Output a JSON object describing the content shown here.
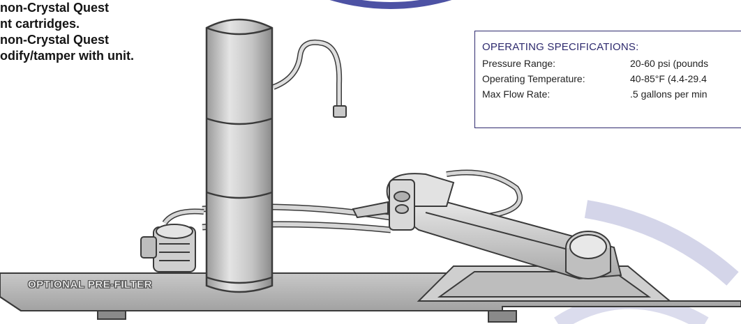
{
  "warnings": [
    "non-Crystal Quest",
    "nt cartridges.",
    "non-Crystal Quest",
    "odify/tamper with unit."
  ],
  "specs": {
    "title": "OPERATING SPECIFICATIONS:",
    "rows": [
      {
        "label": "Pressure Range:",
        "value": "20-60 psi (pounds"
      },
      {
        "label": "Operating Temperature:",
        "value": "40-85°F (4.4-29.4"
      },
      {
        "label": "Max Flow Rate:",
        "value": ".5 gallons per min"
      }
    ]
  },
  "prefilter": {
    "label": "OPTIONAL PRE-FILTER"
  },
  "colors": {
    "spec_border": "#2e2a6e",
    "spec_title": "#2e2a6e",
    "metal_light": "#d8d8d8",
    "metal_mid": "#b9b9b9",
    "metal_dark": "#8d8d8d",
    "outline": "#3a3a3a",
    "swoosh": "#3a3f9a"
  }
}
